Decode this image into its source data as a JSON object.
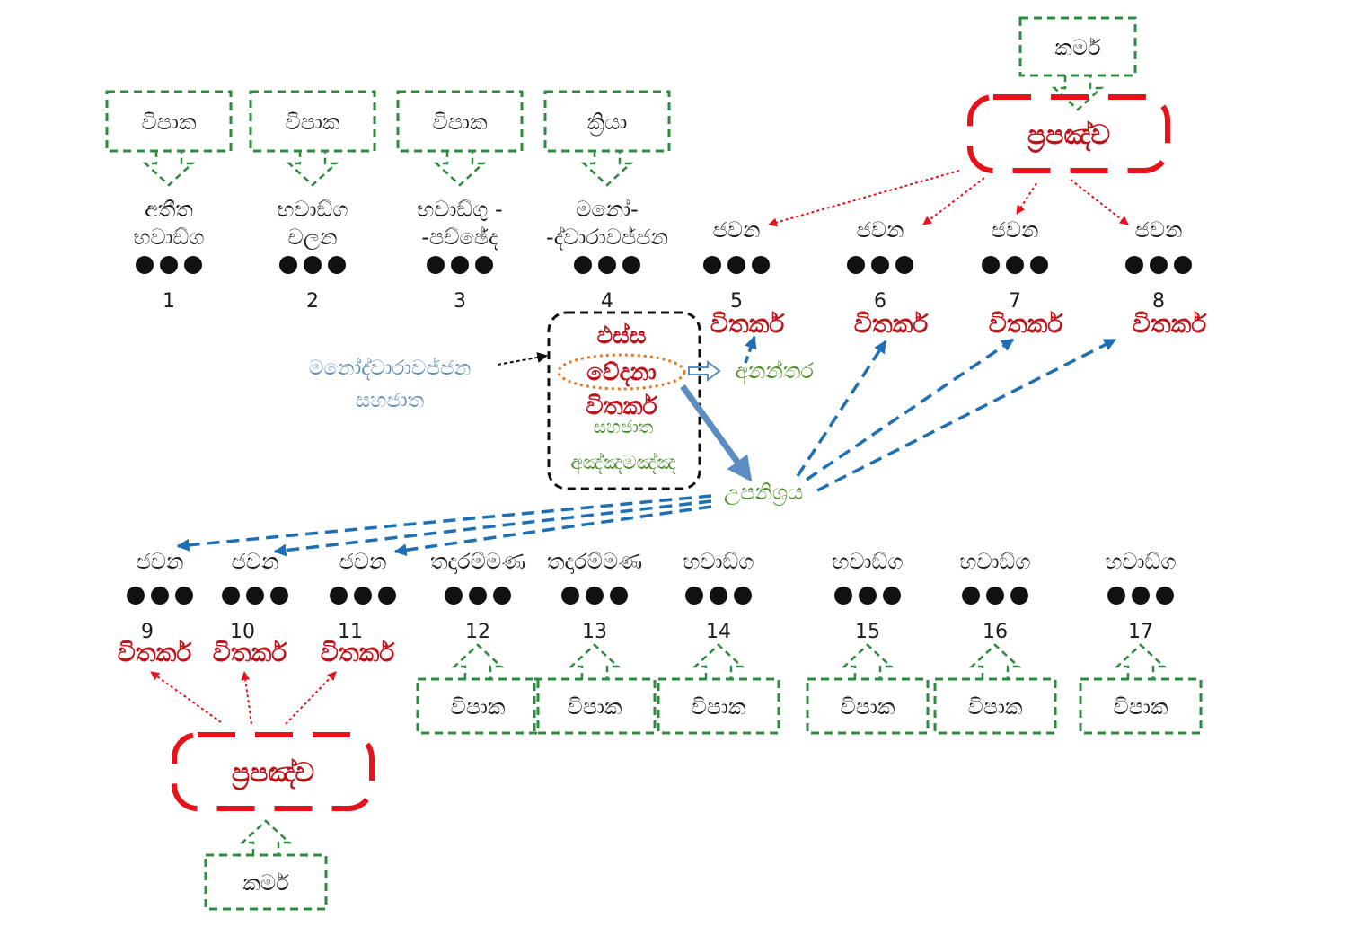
{
  "moments_top": [
    {
      "number": "1",
      "label": [
        "අතීත",
        "භවාඞ්ග"
      ],
      "source": "විපාක"
    },
    {
      "number": "2",
      "label": [
        "භවාඞ්ග",
        "චලන"
      ],
      "source": "විපාක"
    },
    {
      "number": "3",
      "label": [
        "භවාඞ්ගු -",
        "-පච්ඡේද"
      ],
      "source": "විපාක"
    },
    {
      "number": "4",
      "label": [
        "මනෝ-",
        "-ද්වාරාවජ්ජන"
      ],
      "source": "ක්‍රියා"
    },
    {
      "number": "5",
      "label": [
        "ජවන"
      ],
      "result": "විතර්ක"
    },
    {
      "number": "6",
      "label": [
        "ජවන"
      ],
      "result": "විතර්ක"
    },
    {
      "number": "7",
      "label": [
        "ජවන"
      ],
      "result": "විතර්ක"
    },
    {
      "number": "8",
      "label": [
        "ජවන"
      ],
      "result": "විතර්ක"
    }
  ],
  "moments_bottom": [
    {
      "number": "9",
      "label": "ජවන",
      "result": "විතර්ක"
    },
    {
      "number": "10",
      "label": "ජවන",
      "result": "විතර්ක"
    },
    {
      "number": "11",
      "label": "ජවන",
      "result": "විතර්ක"
    },
    {
      "number": "12",
      "label": "තදාරම්මණ",
      "source": "විපාක"
    },
    {
      "number": "13",
      "label": "තදාරම්මණ",
      "source": "විපාක"
    },
    {
      "number": "14",
      "label": "භවාඞ්ග",
      "source": "විපාක"
    },
    {
      "number": "15",
      "label": "භවාඞ්ග",
      "source": "විපාක"
    },
    {
      "number": "16",
      "label": "භවාඞ්ග",
      "source": "විපාක"
    },
    {
      "number": "17",
      "label": "භවාඞ්ග",
      "source": "විපාක"
    }
  ],
  "karma_top": "කර්ම",
  "karma_bottom": "කර්ම",
  "prapancha_top": "ප්‍රපඤ්ච",
  "prapancha_bottom": "ප්‍රපඤ්ච",
  "mind_box": {
    "phassa": "ඵස්ස",
    "vedana": "වේදනා",
    "vitakka": "විතර්ක",
    "sahajata": "සහජාත",
    "annamanna": "අඤ්ඤමඤ්ඤ"
  },
  "manodvara_label": [
    "මනෝද්වාරාවජ්ජන",
    "සහජාත"
  ],
  "anantara_label": "අනන්තර",
  "upanissaya_label": "උපනිශ්‍රය",
  "colors": {
    "green": "#2e8b3e",
    "red": "#e8121a",
    "dark_red": "#c0141c",
    "blue": "#1f6fb5",
    "steel_blue": "#5b8dc0",
    "olive_green": "#4e8f2e",
    "orange": "#e07b2a"
  }
}
